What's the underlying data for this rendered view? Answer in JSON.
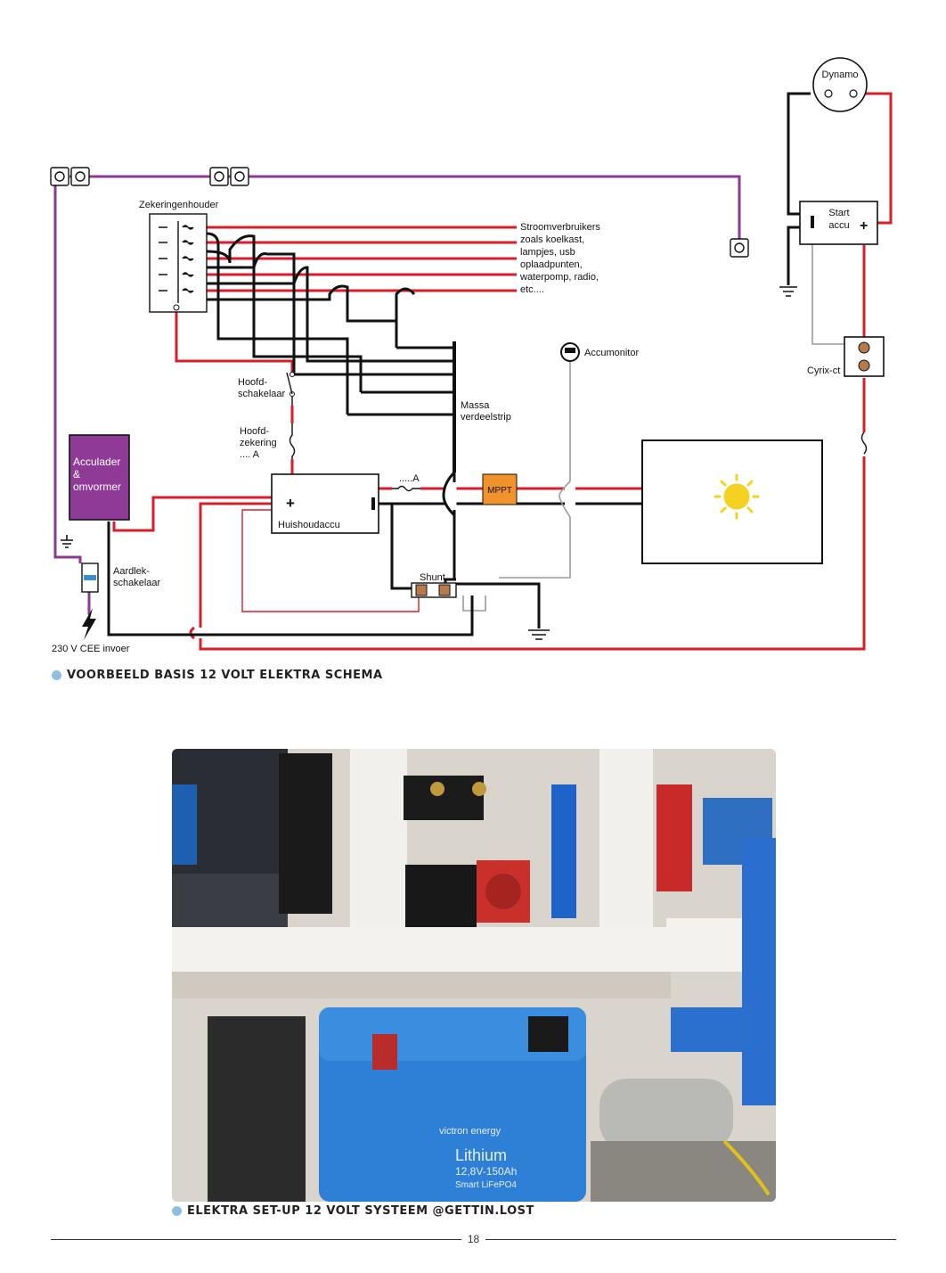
{
  "diagram": {
    "labels": {
      "dynamo": "Dynamo",
      "start_accu_line1": "Start",
      "start_accu_line2": "accu",
      "zekeringenhouder": "Zekeringenhouder",
      "stroomverbruikers": [
        "Stroomverbruikers",
        "zoals koelkast,",
        "lampjes, usb",
        "oplaadpunten,",
        "waterpomp, radio,",
        "etc...."
      ],
      "accumonitor": "Accumonitor",
      "cyrix": "Cyrix-ct",
      "hoofdschakelaar": [
        "Hoofd-",
        "schakelaar"
      ],
      "hoofdzekering": [
        "Hoofd-",
        "zekering",
        ".... A"
      ],
      "massa": [
        "Massa",
        "verdeelstrip"
      ],
      "acculader": [
        "Acculader",
        "&",
        "omvormer"
      ],
      "huishoudaccu": "Huishoudaccu",
      "fuse_a": ".....A",
      "mppt": "MPPT",
      "shunt": "Shunt",
      "aardlek": [
        "Aardlek-",
        "schakelaar"
      ],
      "cee": "230 V CEE invoer",
      "plus": "+",
      "minus": "-"
    },
    "colors": {
      "red": "#d81e2a",
      "black": "#111111",
      "purple": "#8a3a91",
      "grey": "#9a9a9a",
      "mppt": "#f0932b",
      "acculader": "#8e3a96",
      "sun": "#f5d222",
      "copper": "#b87a4b"
    }
  },
  "captions": {
    "top": "VOORBEELD BASIS 12 VOLT ELEKTRA SCHEMA",
    "bottom": "ELEKTRA SET-UP 12 VOLT SYSTEEM @GETTIN.LOST"
  },
  "photo": {
    "labels": {
      "battery_brand": "victron energy",
      "battery_type": "Lithium",
      "battery_spec": "12,8V-150Ah",
      "battery_sub": "Smart LiFePO4"
    }
  },
  "footer": {
    "page_number": "18"
  }
}
